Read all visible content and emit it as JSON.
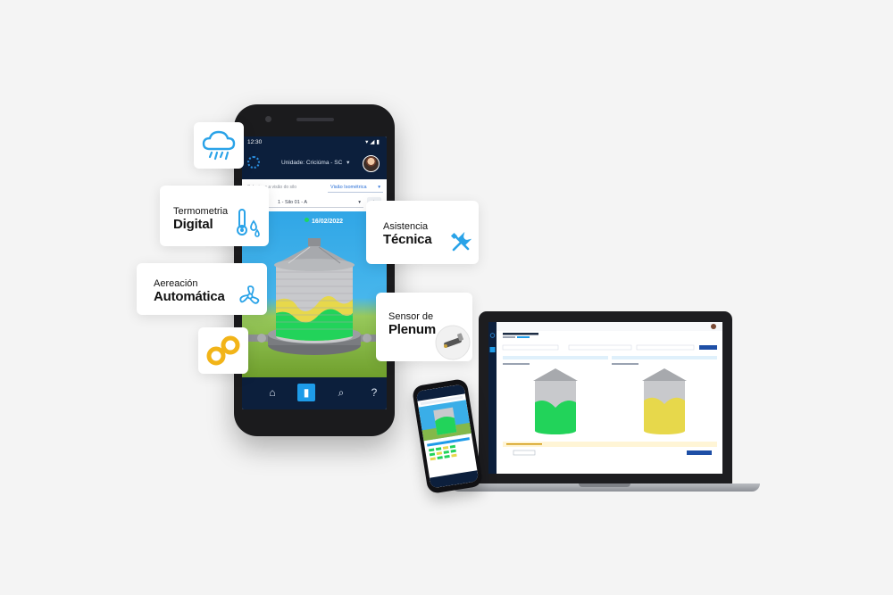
{
  "phone": {
    "status": {
      "time": "12:30",
      "icons": "▾◢▮"
    },
    "header": {
      "unit": "Unidade: Criciúma - SC"
    },
    "filters": {
      "view_label": "Selecione a visão do silo",
      "view_value": "Visão Isométrica",
      "silo_value": "1 - Silo 01 - A"
    },
    "scene": {
      "date": "16/02/2022"
    },
    "nav": [
      "home",
      "silo",
      "search",
      "help"
    ]
  },
  "features": {
    "termometria": {
      "line1": "Termometria",
      "line2": "Digital"
    },
    "asistencia": {
      "line1": "Asistencia",
      "line2": "Técnica"
    },
    "aireacion": {
      "line1": "Aereación",
      "line2": "Automática"
    },
    "sensor": {
      "line1": "Sensor de",
      "line2": "Plenum"
    }
  },
  "colors": {
    "navy": "#0c1f3c",
    "accent_blue": "#1e9be8",
    "grain_green": "#22d35a",
    "grain_yellow": "#e7d84b",
    "icon_blue": "#2aa3e8",
    "link_orange": "#f2b418"
  }
}
